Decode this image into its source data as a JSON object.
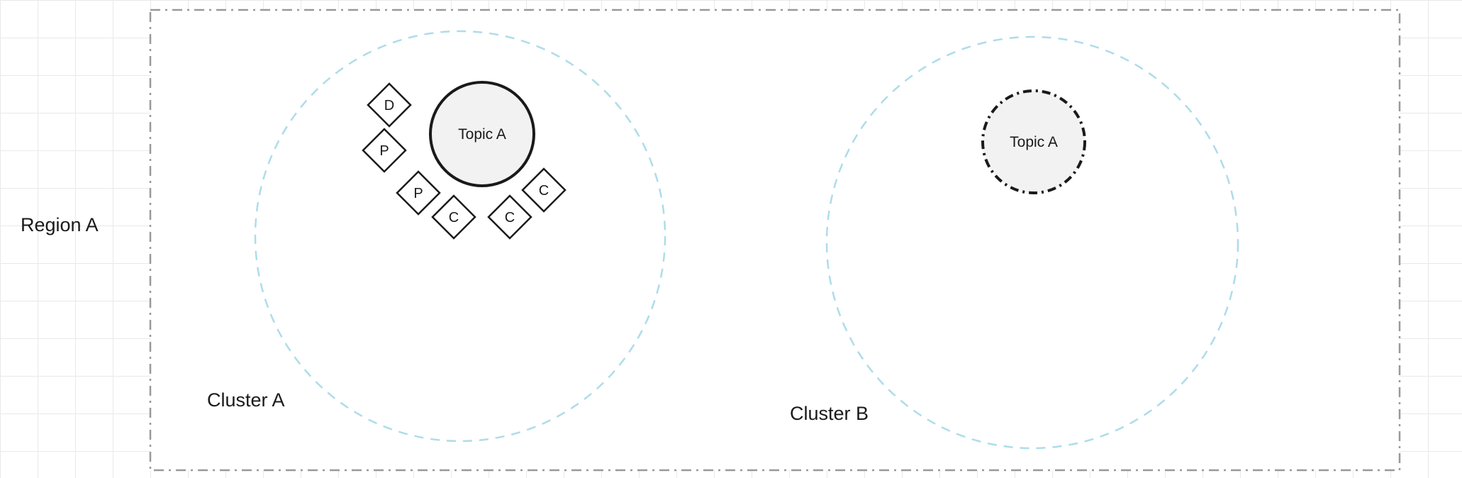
{
  "diagram": {
    "region": {
      "label": "Region A"
    },
    "clusters": [
      {
        "label": "Cluster A"
      },
      {
        "label": "Cluster B"
      }
    ],
    "topics": [
      {
        "label": "Topic A"
      },
      {
        "label": "Topic A"
      }
    ],
    "nodes": [
      {
        "letter": "D"
      },
      {
        "letter": "P"
      },
      {
        "letter": "P"
      },
      {
        "letter": "C"
      },
      {
        "letter": "C"
      },
      {
        "letter": "C"
      }
    ],
    "colors": {
      "background": "#ffffff",
      "grid_line": "#e9e9e9",
      "region_border": "#999999",
      "cluster_border": "#aedcea",
      "shape_border": "#1a1a1a",
      "topic_fill": "#f2f2f2",
      "node_fill": "#ffffff",
      "text": "#1a1a1a"
    }
  }
}
